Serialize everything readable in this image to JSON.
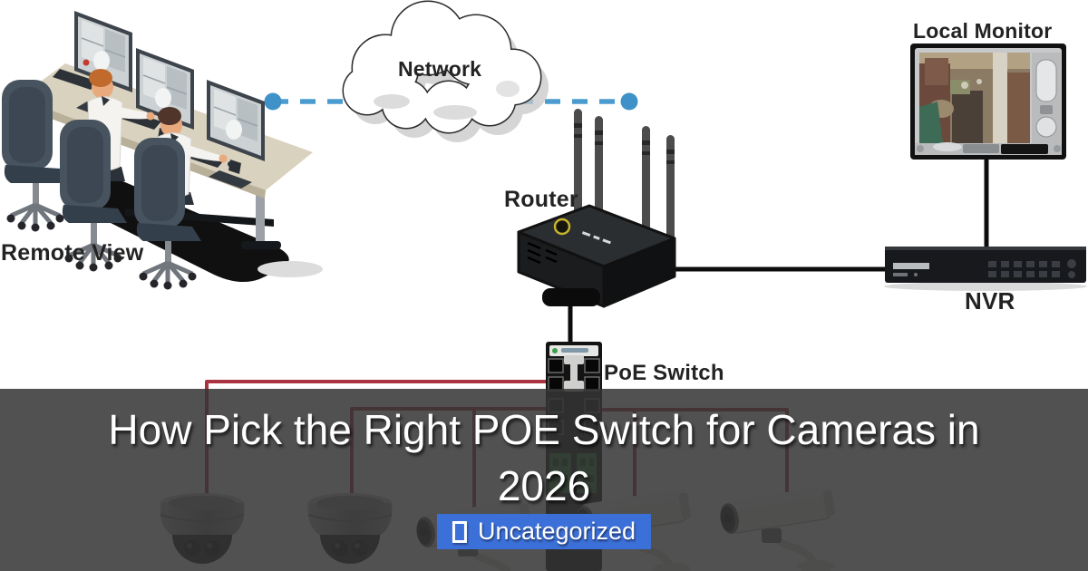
{
  "banner": {
    "title_line1": "How Pick the Right POE Switch for Cameras in",
    "title_line2": "2026",
    "category": {
      "label": "Uncategorized",
      "icon": "missing-glyph-box",
      "background": "#3c70d9"
    },
    "overlay_background": "rgba(52,52,52,0.86)",
    "text_color": "#ffffff"
  },
  "diagram": {
    "labels": {
      "remote_view": "Remote View",
      "network": "Network",
      "router": "Router",
      "local_monitor": "Local Monitor",
      "nvr": "NVR",
      "poe_switch": "PoE Switch"
    },
    "devices": [
      "remote-view-workstations",
      "network-cloud",
      "wireless-router",
      "local-monitor",
      "nvr-recorder",
      "poe-switch",
      "dome-camera",
      "dome-camera",
      "bullet-camera",
      "bullet-camera",
      "bullet-camera"
    ],
    "colors": {
      "dashed_link": "#4a9bcf",
      "link_dot": "#3e92c8",
      "ethernet_line": "#0c0c0c",
      "camera_cable": "#a93341",
      "poe_terminal_green": "#2c7c33",
      "router_logo_ring": "#c9b42d",
      "label_text": "#232323"
    }
  }
}
